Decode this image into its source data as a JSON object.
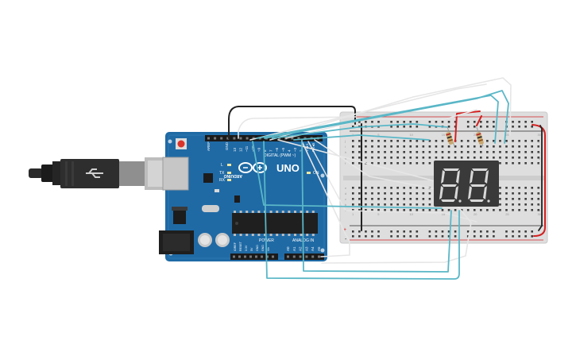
{
  "board": {
    "brand": "ARDUINO",
    "model": "UNO",
    "on_label": "ON",
    "tx_label": "TX",
    "rx_label": "RX",
    "l_label": "L",
    "aref_label": "AREF",
    "gnd_label": "GND",
    "digital_label": "DIGITAL (PWM ~)",
    "power_label": "POWER",
    "analog_label": "ANALOG IN",
    "digital_pins": [
      "13",
      "12",
      "~11",
      "~10",
      "~9",
      "8",
      "7",
      "~6",
      "~5",
      "4",
      "~3",
      "2",
      "TX▸1",
      "RX◂0"
    ],
    "power_pins": [
      "IOREF",
      "RESET",
      "3.3V",
      "5V",
      "GND",
      "GND",
      "Vin"
    ],
    "analog_pins": [
      "A0",
      "A1",
      "A2",
      "A3",
      "A4",
      "A5"
    ]
  },
  "breadboard": {
    "row_letters_top": [
      "j",
      "i",
      "h",
      "g",
      "f"
    ],
    "row_letters_bottom": [
      "e",
      "d",
      "c",
      "b",
      "a"
    ],
    "column_numbers": [
      "1",
      "5",
      "10",
      "15",
      "20",
      "25",
      "30"
    ],
    "plus": "+",
    "minus": "-"
  },
  "colors": {
    "board_blue": "#1f6aa5",
    "wire_teal": "#5ab7c7",
    "wire_black": "#222222",
    "wire_red": "#d42020",
    "wire_white": "#e6e6e6",
    "display_bg": "#3a3a3a"
  }
}
